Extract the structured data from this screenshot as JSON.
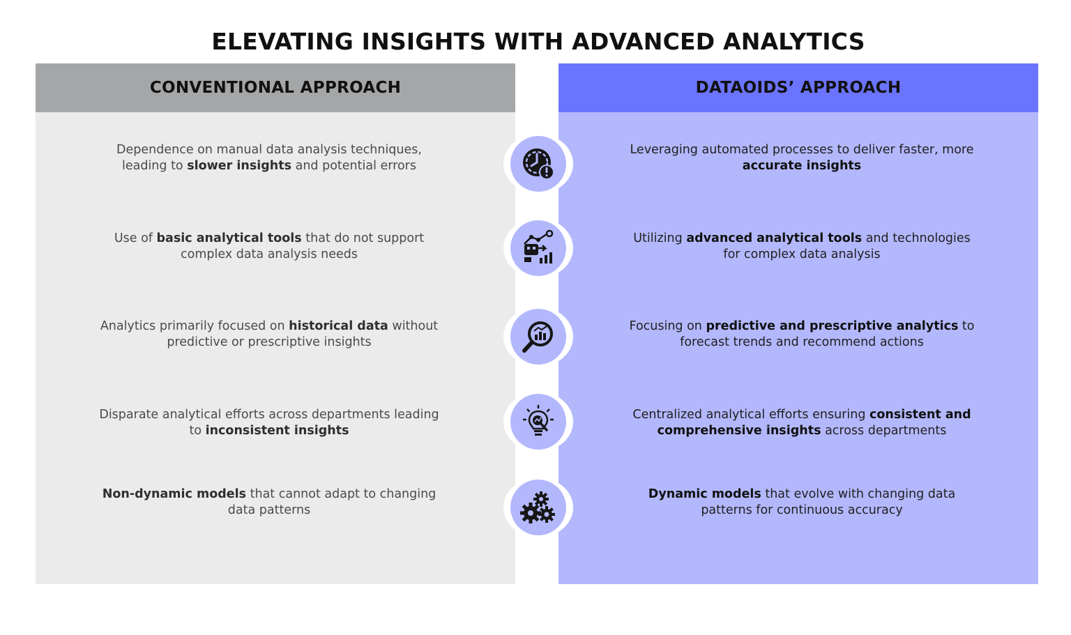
{
  "title": "ELEVATING INSIGHTS WITH ADVANCED ANALYTICS",
  "left": {
    "heading": "CONVENTIONAL APPROACH",
    "rows": [
      {
        "a": "Dependence on manual data analysis techniques, leading to ",
        "b": "slower insights",
        "c": " and potential errors"
      },
      {
        "a": "Use of ",
        "b": "basic analytical tools",
        "c": " that do not support complex data analysis needs"
      },
      {
        "a": "Analytics primarily focused on ",
        "b": "historical data",
        "c": " without predictive or prescriptive insights"
      },
      {
        "a": "Disparate analytical efforts across departments leading to ",
        "b": "inconsistent insights",
        "c": ""
      },
      {
        "a": "",
        "b": "Non-dynamic models",
        "c": " that cannot adapt to changing data patterns"
      }
    ]
  },
  "right": {
    "heading": "DATAOIDS’ APPROACH",
    "rows": [
      {
        "a": "Leveraging automated processes to deliver faster, more ",
        "b": "accurate insights",
        "c": ""
      },
      {
        "a": "Utilizing ",
        "b": "advanced analytical tools",
        "c": " and technologies for complex data analysis"
      },
      {
        "a": "Focusing on ",
        "b": "predictive and prescriptive analytics",
        "c": " to forecast trends and recommend actions"
      },
      {
        "a": "Centralized analytical efforts ensuring ",
        "b": "consistent and comprehensive insights",
        "c": " across departments"
      },
      {
        "a": "",
        "b": "Dynamic models",
        "c": " that evolve with changing data patterns for continuous accuracy"
      }
    ]
  },
  "icons": [
    "clock-alert-icon",
    "robot-analytics-icon",
    "magnifier-chart-icon",
    "lightbulb-insight-icon",
    "gears-icon"
  ],
  "colors": {
    "left_panel": "#ebebeb",
    "left_header": "#a4a6a8",
    "right_panel": "#b3b8fd",
    "right_header": "#6b74ff"
  }
}
